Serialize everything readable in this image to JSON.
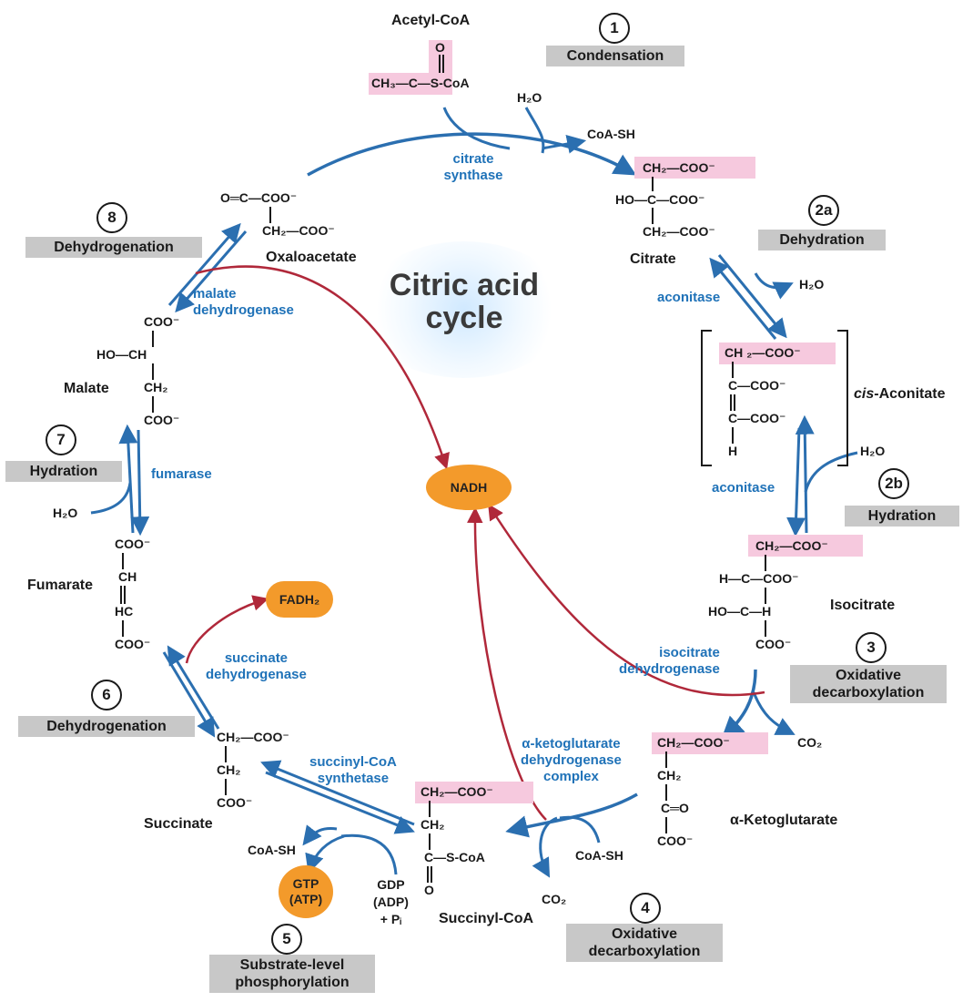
{
  "title": "Citric acid\ncycle",
  "colors": {
    "enzyme_blue": "#1f72b8",
    "arrow_blue": "#2b6fb0",
    "nadh_red": "#b0283a",
    "highlight_pink": "#f6c9de",
    "oval_orange": "#f39a2b",
    "step_gray": "#c8c8c8"
  },
  "steps": {
    "s1": {
      "num": "1",
      "label": "Condensation"
    },
    "s2a": {
      "num": "2a",
      "label": "Dehydration"
    },
    "s2b": {
      "num": "2b",
      "label": "Hydration"
    },
    "s3": {
      "num": "3",
      "label": "Oxidative\ndecarboxylation"
    },
    "s4": {
      "num": "4",
      "label": "Oxidative\ndecarboxylation"
    },
    "s5": {
      "num": "5",
      "label": "Substrate-level\nphosphorylation"
    },
    "s6": {
      "num": "6",
      "label": "Dehydrogenation"
    },
    "s7": {
      "num": "7",
      "label": "Hydration"
    },
    "s8": {
      "num": "8",
      "label": "Dehydrogenation"
    }
  },
  "enzymes": {
    "citrate_synthase": "citrate\nsynthase",
    "aconitase1": "aconitase",
    "aconitase2": "aconitase",
    "isocitrate_dh": "isocitrate\ndehydrogenase",
    "akg_dh": "α-ketoglutarate\ndehydrogenase\ncomplex",
    "succinyl_coa_synthetase": "succinyl-CoA\nsynthetase",
    "succinate_dh": "succinate\ndehydrogenase",
    "fumarase": "fumarase",
    "malate_dh": "malate\ndehydrogenase"
  },
  "compounds": {
    "acetyl_coa": "Acetyl-CoA",
    "citrate": "Citrate",
    "cis_aconitate_prefix": "cis",
    "cis_aconitate_rest": "-Aconitate",
    "isocitrate": "Isocitrate",
    "akg": "α-Ketoglutarate",
    "succinyl_coa": "Succinyl-CoA",
    "succinate": "Succinate",
    "fumarate": "Fumarate",
    "malate": "Malate",
    "oxaloacetate": "Oxaloacetate"
  },
  "small": {
    "h2o_top": "H₂O",
    "coash_top": "CoA-SH",
    "h2o_2a": "H₂O",
    "h2o_2b": "H₂O",
    "co2_3": "CO₂",
    "coash_4": "CoA-SH",
    "co2_4": "CO₂",
    "gdp": "GDP\n(ADP)\n+ Pᵢ",
    "coash_5": "CoA-SH",
    "h2o_7": "H₂O"
  },
  "formulas": {
    "acetyl_o": "O",
    "acetyl_ch3": "CH₃—C—S-CoA",
    "citrate1": "CH₂—COO⁻",
    "citrate2": "HO—C—COO⁻",
    "citrate3": "CH₂—COO⁻",
    "cis1": "CH ₂—COO⁻",
    "cis2": "C—COO⁻",
    "cis3": "C—COO⁻",
    "cis4": "H",
    "iso1": "CH₂—COO⁻",
    "iso2": "H—C—COO⁻",
    "iso3": "HO—C—H",
    "iso4": "COO⁻",
    "akg1": "CH₂—COO⁻",
    "akg2": "CH₂",
    "akg3": "C═O",
    "akg4": "COO⁻",
    "scoa1": "CH₂—COO⁻",
    "scoa2": "CH₂",
    "scoa3": "C—S-CoA",
    "scoa4": "O",
    "succ1": "CH₂—COO⁻",
    "succ2": "CH₂",
    "succ3": "COO⁻",
    "fum1": "COO⁻",
    "fum2": "CH",
    "fum3": "HC",
    "fum4": "COO⁻",
    "mal1": "COO⁻",
    "mal2": "HO—CH",
    "mal3": "CH₂",
    "mal4": "COO⁻",
    "oaa1": "O═C—COO⁻",
    "oaa2": "CH₂—COO⁻"
  },
  "cofactors": {
    "nadh": "NADH",
    "fadh2": "FADH₂",
    "gtp": "GTP\n(ATP)"
  }
}
